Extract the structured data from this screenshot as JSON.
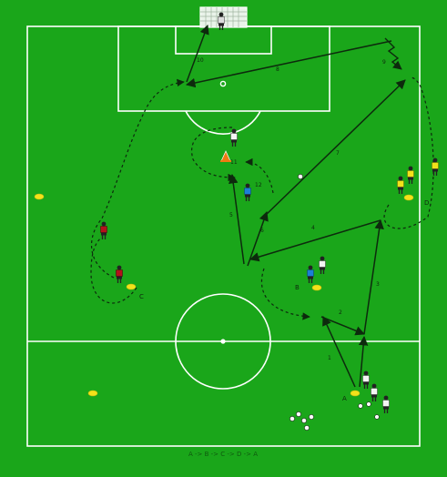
{
  "colors": {
    "pitch": "#1aa61a",
    "stripe": "#18a018",
    "lines": "#ffffff",
    "arrow": "#0d2a0d",
    "cone": "#f2e21a",
    "red_kit": "#b3121b",
    "white_kit": "#f4f4f4",
    "blue_kit": "#1c7fd6",
    "yellow_kit": "#f2e21a"
  },
  "footer": {
    "sequence": "A -> B -> C -> D -> A"
  },
  "zone_labels": [
    {
      "id": "A",
      "text": "A"
    },
    {
      "id": "B",
      "text": "B"
    },
    {
      "id": "C",
      "text": "C"
    },
    {
      "id": "D",
      "text": "D"
    }
  ],
  "pass_numbers": [
    "1",
    "2",
    "3",
    "4",
    "5",
    "6",
    "7",
    "8",
    "9",
    "10",
    "11",
    "12"
  ]
}
